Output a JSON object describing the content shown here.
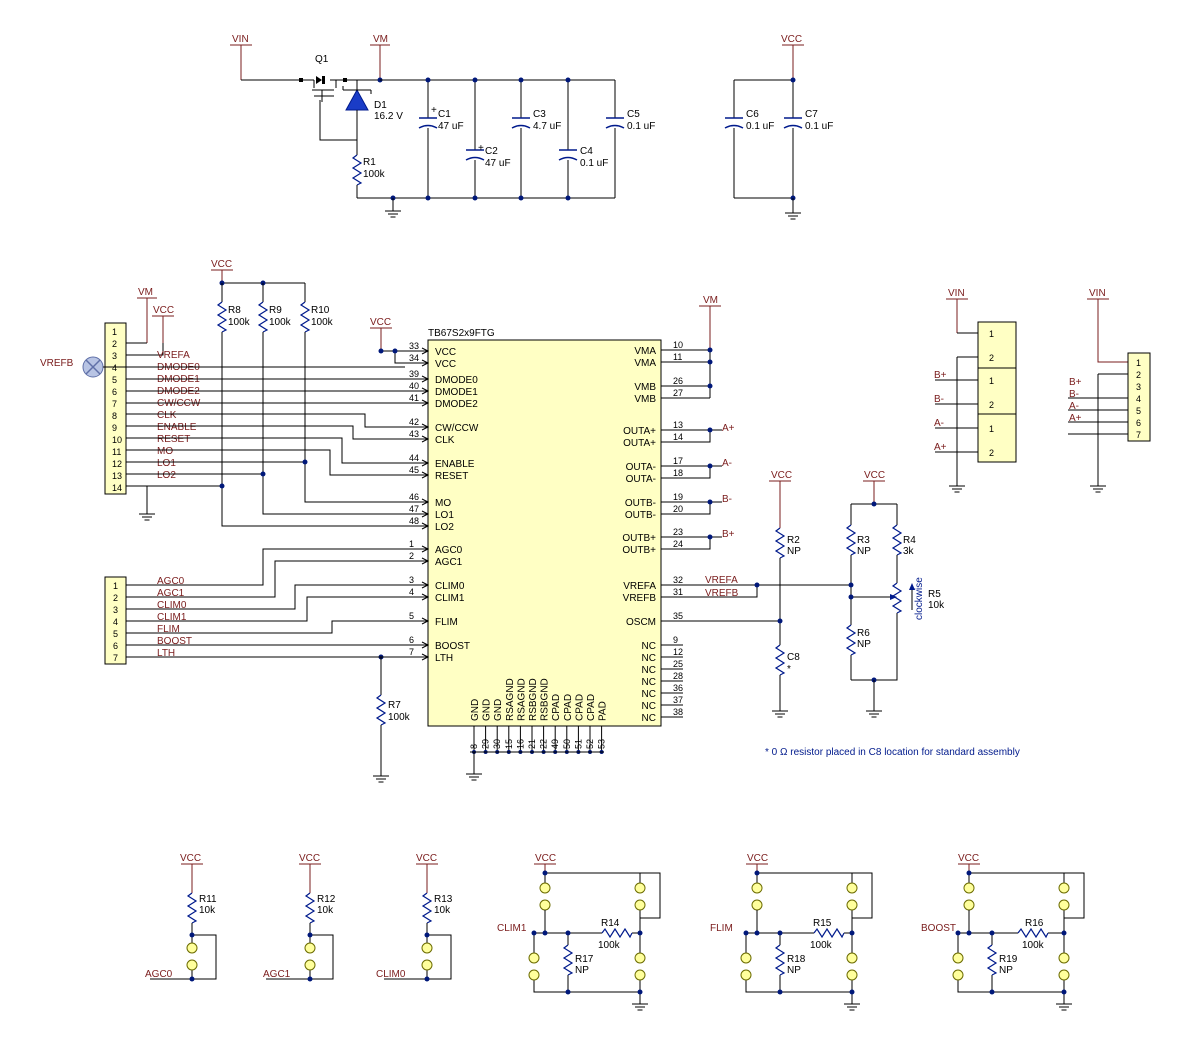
{
  "ic": {
    "name": "TB67S2x9FTG",
    "left_pins": [
      {
        "num": "33",
        "name": "VCC"
      },
      {
        "num": "34",
        "name": "VCC"
      },
      {
        "num": "39",
        "name": "DMODE0"
      },
      {
        "num": "40",
        "name": "DMODE1"
      },
      {
        "num": "41",
        "name": "DMODE2"
      },
      {
        "num": "42",
        "name": "CW/CCW"
      },
      {
        "num": "43",
        "name": "CLK"
      },
      {
        "num": "44",
        "name": "ENABLE"
      },
      {
        "num": "45",
        "name": "RESET"
      },
      {
        "num": "46",
        "name": "MO"
      },
      {
        "num": "47",
        "name": "LO1"
      },
      {
        "num": "48",
        "name": "LO2"
      },
      {
        "num": "1",
        "name": "AGC0"
      },
      {
        "num": "2",
        "name": "AGC1"
      },
      {
        "num": "3",
        "name": "CLIM0"
      },
      {
        "num": "4",
        "name": "CLIM1"
      },
      {
        "num": "5",
        "name": "FLIM"
      },
      {
        "num": "6",
        "name": "BOOST"
      },
      {
        "num": "7",
        "name": "LTH"
      }
    ],
    "right_pins": [
      {
        "num": "10",
        "name": "VMA"
      },
      {
        "num": "11",
        "name": "VMA"
      },
      {
        "num": "26",
        "name": "VMB"
      },
      {
        "num": "27",
        "name": "VMB"
      },
      {
        "num": "13",
        "name": "OUTA+"
      },
      {
        "num": "14",
        "name": "OUTA+"
      },
      {
        "num": "17",
        "name": "OUTA-"
      },
      {
        "num": "18",
        "name": "OUTA-"
      },
      {
        "num": "19",
        "name": "OUTB-"
      },
      {
        "num": "20",
        "name": "OUTB-"
      },
      {
        "num": "23",
        "name": "OUTB+"
      },
      {
        "num": "24",
        "name": "OUTB+"
      },
      {
        "num": "32",
        "name": "VREFA"
      },
      {
        "num": "31",
        "name": "VREFB"
      },
      {
        "num": "35",
        "name": "OSCM"
      },
      {
        "num": "9",
        "name": "NC"
      },
      {
        "num": "12",
        "name": "NC"
      },
      {
        "num": "25",
        "name": "NC"
      },
      {
        "num": "28",
        "name": "NC"
      },
      {
        "num": "36",
        "name": "NC"
      },
      {
        "num": "37",
        "name": "NC"
      },
      {
        "num": "38",
        "name": "NC"
      }
    ],
    "bottom_pins": [
      {
        "num": "8",
        "name": "GND"
      },
      {
        "num": "29",
        "name": "GND"
      },
      {
        "num": "30",
        "name": "GND"
      },
      {
        "num": "15",
        "name": "RSAGND"
      },
      {
        "num": "16",
        "name": "RSAGND"
      },
      {
        "num": "21",
        "name": "RSBGND"
      },
      {
        "num": "22",
        "name": "RSBGND"
      },
      {
        "num": "49",
        "name": "CPAD"
      },
      {
        "num": "50",
        "name": "CPAD"
      },
      {
        "num": "51",
        "name": "CPAD"
      },
      {
        "num": "52",
        "name": "CPAD"
      },
      {
        "num": "53",
        "name": "PAD"
      }
    ]
  },
  "header14": {
    "pins": [
      "1",
      "2",
      "3",
      "4",
      "5",
      "6",
      "7",
      "8",
      "9",
      "10",
      "11",
      "12",
      "13",
      "14"
    ],
    "nets": [
      "",
      "",
      "VREFA",
      "DMODE0",
      "DMODE1",
      "DMODE2",
      "CW/CCW",
      "CLK",
      "ENABLE",
      "RESET",
      "MO",
      "LO1",
      "LO2",
      ""
    ]
  },
  "header7": {
    "pins": [
      "1",
      "2",
      "3",
      "4",
      "5",
      "6",
      "7"
    ],
    "nets": [
      "AGC0",
      "AGC1",
      "CLIM0",
      "CLIM1",
      "FLIM",
      "BOOST",
      "LTH"
    ]
  },
  "header7r": {
    "pins": [
      "1",
      "2",
      "3",
      "4",
      "5",
      "6",
      "7"
    ],
    "nets": [
      "",
      "",
      "B+",
      "B-",
      "A-",
      "A+",
      ""
    ]
  },
  "terminals": {
    "pins": [
      "1",
      "2",
      "1",
      "2",
      "1",
      "2"
    ],
    "nets": [
      "B+",
      "B-",
      "A-",
      "A+"
    ]
  },
  "power": {
    "vin": "VIN",
    "vm": "VM",
    "vcc": "VCC"
  },
  "vrefb_label": "VREFB",
  "vrefa_net": "VREFA",
  "vrefb_net": "VREFB",
  "out_nets": {
    "ap": "A+",
    "am": "A-",
    "bm": "B-",
    "bp": "B+"
  },
  "parts": {
    "q1": "Q1",
    "d1": "D1",
    "d1v": "16.2 V",
    "r1": "R1",
    "r1v": "100k",
    "c1": "C1",
    "c1v": "47 uF",
    "c2": "C2",
    "c2v": "47 uF",
    "c3": "C3",
    "c3v": "4.7 uF",
    "c4": "C4",
    "c4v": "0.1 uF",
    "c5": "C5",
    "c5v": "0.1 uF",
    "c6": "C6",
    "c6v": "0.1 uF",
    "c7": "C7",
    "c7v": "0.1 uF",
    "r8": "R8",
    "r8v": "100k",
    "r9": "R9",
    "r9v": "100k",
    "r10": "R10",
    "r10v": "100k",
    "r7": "R7",
    "r7v": "100k",
    "r2": "R2",
    "r2v": "NP",
    "c8": "C8",
    "c8v": "*",
    "r3": "R3",
    "r3v": "NP",
    "r4": "R4",
    "r4v": "3k",
    "r5": "R5",
    "r5v": "10k",
    "r5note": "clockwise",
    "r6": "R6",
    "r6v": "NP",
    "r11": "R11",
    "r11v": "10k",
    "r12": "R12",
    "r12v": "10k",
    "r13": "R13",
    "r13v": "10k",
    "r14": "R14",
    "r14v": "100k",
    "r15": "R15",
    "r15v": "100k",
    "r16": "R16",
    "r16v": "100k",
    "r17": "R17",
    "r17v": "NP",
    "r18": "R18",
    "r18v": "NP",
    "r19": "R19",
    "r19v": "NP"
  },
  "bottom_nets": {
    "agc0": "AGC0",
    "agc1": "AGC1",
    "clim0": "CLIM0",
    "clim1": "CLIM1",
    "flim": "FLIM",
    "boost": "BOOST"
  },
  "footnote": "* 0 Ω resistor placed in C8 location for standard assembly"
}
